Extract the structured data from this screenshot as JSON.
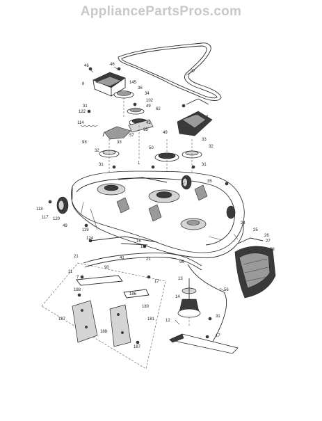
{
  "watermark": "AppliancePartsPros.com",
  "callouts": [
    "46",
    "46",
    "47",
    "6",
    "145",
    "36",
    "31",
    "122",
    "102",
    "49",
    "62",
    "34",
    "42",
    "114",
    "57",
    "95",
    "7",
    "49",
    "98",
    "33",
    "32",
    "50",
    "32",
    "31",
    "1",
    "33",
    "31",
    "35",
    "118",
    "117",
    "120",
    "49",
    "119",
    "124",
    "21",
    "16",
    "15",
    "21",
    "11",
    "41",
    "90",
    "98",
    "24",
    "25",
    "26",
    "27",
    "28",
    "17",
    "7",
    "188",
    "186",
    "187",
    "188",
    "187",
    "13",
    "56",
    "14",
    "12",
    "31",
    "17",
    "180",
    "181"
  ]
}
